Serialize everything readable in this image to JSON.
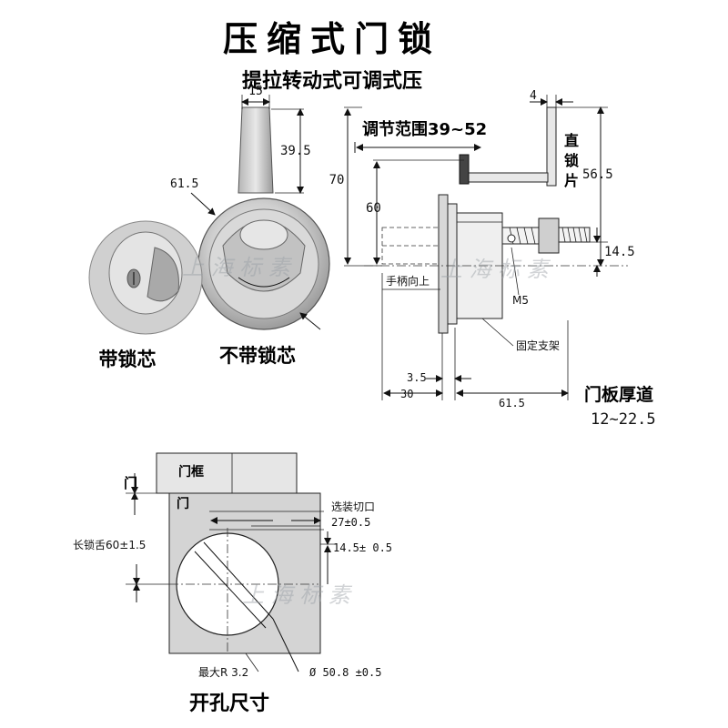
{
  "title": "压缩式门锁",
  "subtitle": "提拉转动式可调式压",
  "top_left": {
    "dim_15": "15",
    "dim_39_5": "39.5",
    "dim_61_5": "61.5",
    "label_with_core": "带锁芯",
    "label_without_core": "不带锁芯"
  },
  "side_view": {
    "adjust_range": "调节范围39~52",
    "dim_4": "4",
    "vertical_label": [
      "直",
      "锁",
      "片"
    ],
    "dim_56_5": "56.5",
    "dim_70": "70",
    "dim_60": "60",
    "dim_14_5": "14.5",
    "handle_up": "手柄向上",
    "m5": "M5",
    "fixed_bracket": "固定支架",
    "dim_3_5": "3.5",
    "dim_30": "30",
    "dim_61_5": "61.5",
    "door_thickness": "门板厚道",
    "door_thickness_range": "12~22.5"
  },
  "cutout": {
    "door": "门",
    "door_frame": "门框",
    "door_inner": "门",
    "optional_cut": "选装切口",
    "dim_27": "27±0.5",
    "dim_14_5": "14.5± 0.5",
    "long_bolt": "长锁舌60±1.5",
    "max_r": "最大R 3.2",
    "diameter": "Ø 50.8 ±0.5",
    "caption": "开孔尺寸"
  },
  "watermark": {
    "text": "上 海 标 素"
  }
}
